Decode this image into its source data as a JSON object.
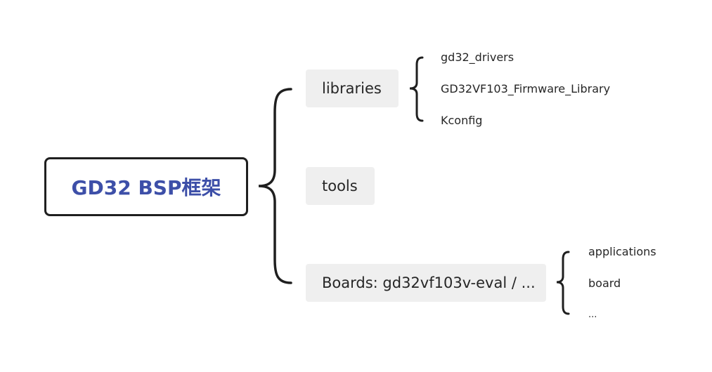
{
  "root": {
    "label": "GD32 BSP框架"
  },
  "branches": [
    {
      "label": "libraries",
      "children": [
        "gd32_drivers",
        "GD32VF103_Firmware_Library",
        "Kconfig"
      ]
    },
    {
      "label": "tools",
      "children": []
    },
    {
      "label": "Boards: gd32vf103v-eval / ...",
      "children": [
        "applications",
        "board",
        "..."
      ]
    }
  ],
  "colors": {
    "root_text": "#3d4fa8",
    "node_background": "#efefef",
    "line": "#1f1f1f"
  }
}
